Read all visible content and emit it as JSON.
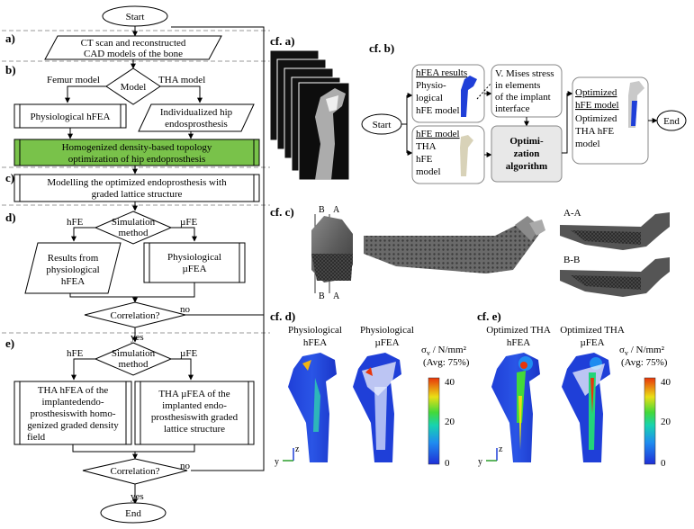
{
  "flow": {
    "start": "Start",
    "end": "End",
    "sec_a": "a)",
    "sec_b": "b)",
    "sec_c": "c)",
    "sec_d": "d)",
    "sec_e": "e)",
    "ct_line1": "CT scan and reconstructed",
    "ct_line2": "CAD models of the bone",
    "model": "Model",
    "femur_model": "Femur model",
    "tha_model": "THA model",
    "phys_hfea": "Physiological hFEA",
    "indiv_1": "Individualized hip",
    "indiv_2": "endosprosthesis",
    "topo_1": "Homogenized density-based topology",
    "topo_2": "optimization of hip endoprosthesis",
    "lattice_1": "Modelling the optimized endoprosthesis with",
    "lattice_2": "graded lattice structure",
    "sim_1": "Simulation",
    "sim_2": "method",
    "hfe": "hFE",
    "mufe": "µFE",
    "res_1": "Results from",
    "res_2": "physiological",
    "res_3": "hFEA",
    "phys_mu_1": "Physiological",
    "phys_mu_2": "µFEA",
    "corr": "Correlation?",
    "no": "no",
    "yes": "yes",
    "tha_h_1": "THA hFEA of the",
    "tha_h_2": "implantedendo-",
    "tha_h_3": "prosthesiswith  homo-",
    "tha_h_4": "genized graded density",
    "tha_h_5": "field",
    "tha_mu_1": "THA µFEA of the",
    "tha_mu_2": "implanted endo-",
    "tha_mu_3": "prosthesiswith graded",
    "tha_mu_4": "lattice structure"
  },
  "panel_a": {
    "label": "cf. a)"
  },
  "panel_b": {
    "label": "cf. b)",
    "start": "Start",
    "end": "End",
    "hfea_results": "hFEA results",
    "physio_1": "Physio-",
    "physio_2": "logical",
    "physio_3": "hFE model",
    "vmises_1": "V. Mises stress",
    "vmises_2": "in elements",
    "vmises_3": "of the implant",
    "vmises_4": "interface",
    "hfe_model": "hFE model",
    "tha_1": "THA",
    "tha_2": "hFE",
    "tha_3": "model",
    "algo_1": "Optimi-",
    "algo_2": "zation",
    "algo_3": "algorithm",
    "opt_1": "Optimized",
    "opt_2": "hFE model",
    "opt_3": "Optimized",
    "opt_4": "THA hFE",
    "opt_5": "model"
  },
  "panel_c": {
    "label": "cf. c)",
    "b_top": "B",
    "a_top": "A",
    "b_bot": "B",
    "a_bot": "A",
    "section_aa": "A-A",
    "section_bb": "B-B"
  },
  "panel_d": {
    "label": "cf. d)",
    "left_1": "Physiological",
    "left_2": "hFEA",
    "right_1": "Physiological",
    "right_2": "µFEA",
    "legend_title": "σ",
    "legend_sub": "v",
    "legend_unit": " / N/mm²",
    "legend_avg": "(Avg: 75%)",
    "tick_max": "40",
    "tick_mid": "20",
    "tick_min": "0",
    "axis_z": "z",
    "axis_y": "y"
  },
  "panel_e": {
    "label": "cf. e)",
    "left_1": "Optimized THA",
    "left_2": "hFEA",
    "right_1": "Optimized THA",
    "right_2": "µFEA",
    "legend_title": "σ",
    "legend_sub": "v",
    "legend_unit": " / N/mm²",
    "legend_avg": "(Avg: 75%)",
    "tick_max": "40",
    "tick_mid": "20",
    "tick_min": "0",
    "axis_z": "z",
    "axis_y": "y"
  },
  "colors": {
    "green_box": "#79c24a",
    "colorbar": [
      "#1f2fd6",
      "#1f5cf0",
      "#1f8cf0",
      "#19b8e0",
      "#17d3b0",
      "#23d47a",
      "#43d93a",
      "#8fe02a",
      "#c8e01e",
      "#eadf16",
      "#f2b411",
      "#ef7a0d",
      "#e8350a"
    ]
  }
}
